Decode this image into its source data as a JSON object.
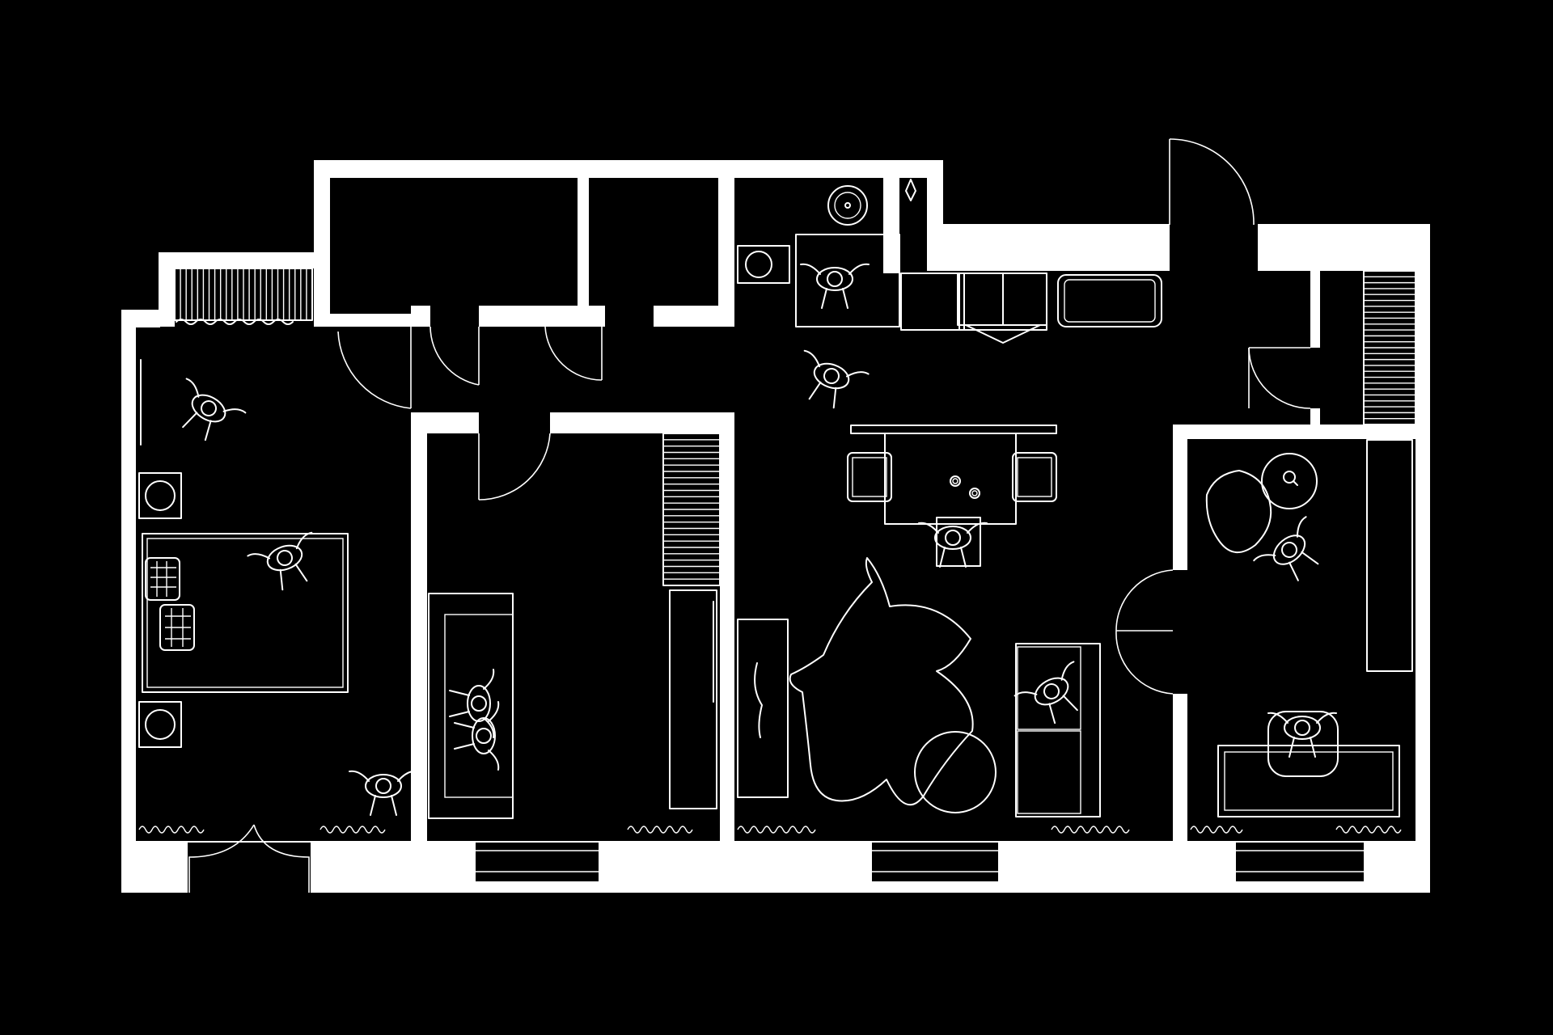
{
  "colors": {
    "background": "#000000",
    "lines": "#ffffff"
  },
  "rooms": [
    {
      "id": "bedroom",
      "furniture": [
        "bed",
        "pillow",
        "pillow",
        "nightstand",
        "nightstand",
        "armchair"
      ]
    },
    {
      "id": "living-room",
      "furniture": [
        "sofa",
        "wardrobe",
        "shelving"
      ]
    },
    {
      "id": "kitchen-dining",
      "furniture": [
        "dining-table",
        "chair",
        "chair",
        "high-chair",
        "rug",
        "round-table",
        "sofa",
        "tv-console",
        "kitchen-counter",
        "cooktop"
      ]
    },
    {
      "id": "bathroom",
      "furniture": [
        "sink",
        "toilet",
        "bathtub"
      ]
    },
    {
      "id": "study",
      "furniture": [
        "desk",
        "desk-chair",
        "lounge-chair",
        "side-table",
        "bookshelf"
      ]
    },
    {
      "id": "storage-1",
      "furniture": []
    },
    {
      "id": "storage-2",
      "furniture": []
    },
    {
      "id": "entry-hall",
      "furniture": []
    }
  ],
  "people": 11,
  "icons": [
    "person-icon",
    "door-icon",
    "window-icon",
    "radiator-icon",
    "plant-icon"
  ]
}
